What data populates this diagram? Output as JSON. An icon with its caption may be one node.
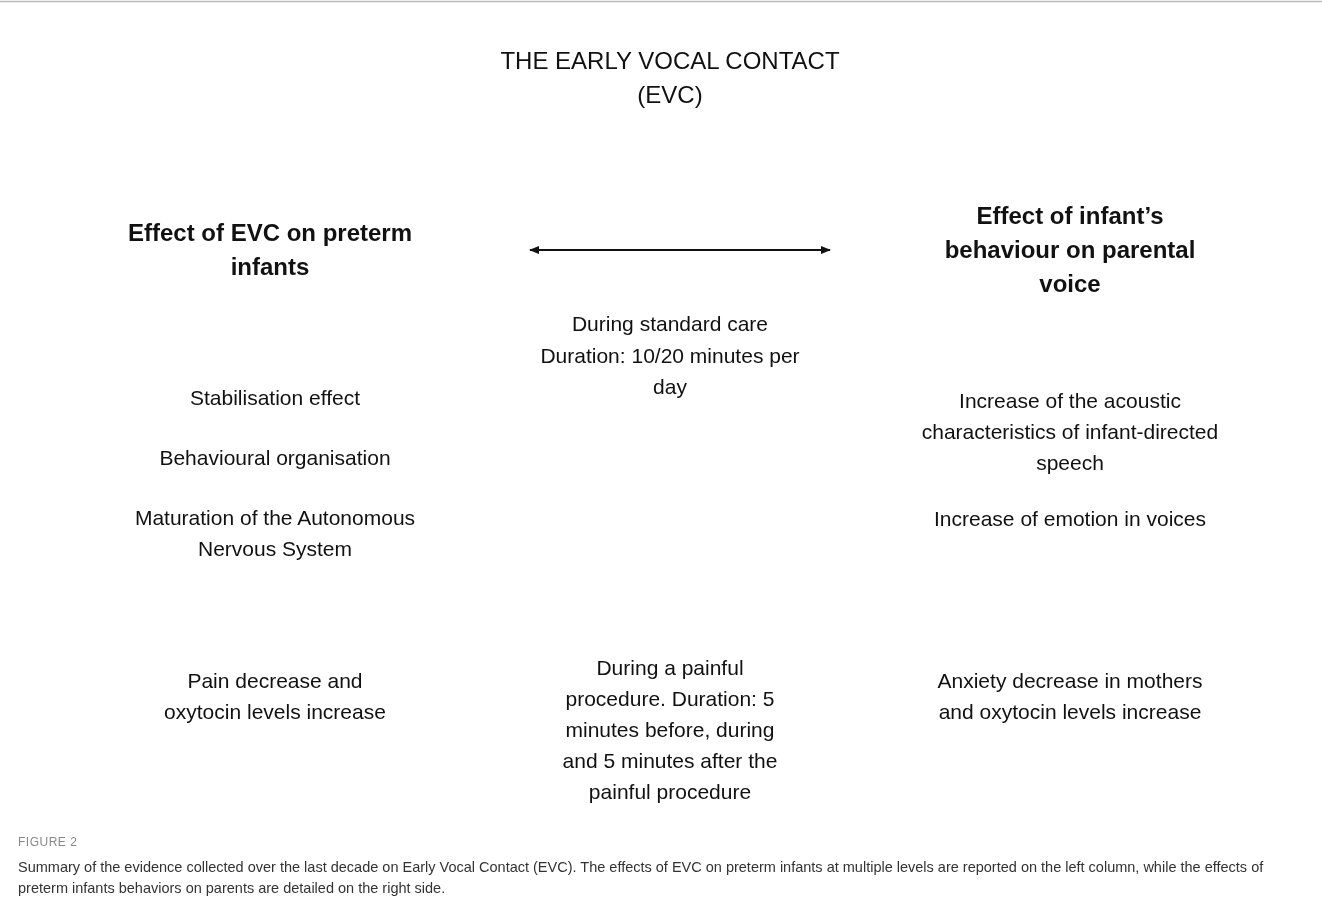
{
  "diagram": {
    "title": "THE EARLY VOCAL CONTACT (EVC)",
    "nodes": [
      {
        "text": [
          "Effect of EVC on preterm infants"
        ]
      },
      {
        "text": [
          "Effect of infant’s behaviour on parental voice"
        ]
      }
    ],
    "edges": [
      {
        "from": 0,
        "to": 1,
        "arrow": "both"
      }
    ],
    "labels": [
      "During standard care",
      "Duration: 10/20 minutes per day",
      "Stabilisation effect",
      "Increase of the acoustic characteristics of infant-directed speech",
      "Behavioural organisation",
      "Maturation of the Autonomous Nervous System",
      "Increase of emotion in voices",
      "During a painful procedure. Duration: 5 minutes before, during and 5 minutes after the painful procedure",
      "Pain decrease and oxytocin levels increase",
      "Anxiety decrease in mothers and oxytocin levels increase",
      "FIGURE 2"
    ],
    "caption": "Summary of the evidence collected over the last decade on Early Vocal Contact (EVC). The effects of EVC on preterm infants at multiple levels are reported on the left column, while the effects of preterm infants behaviors on parents are detailed on the right side."
  }
}
